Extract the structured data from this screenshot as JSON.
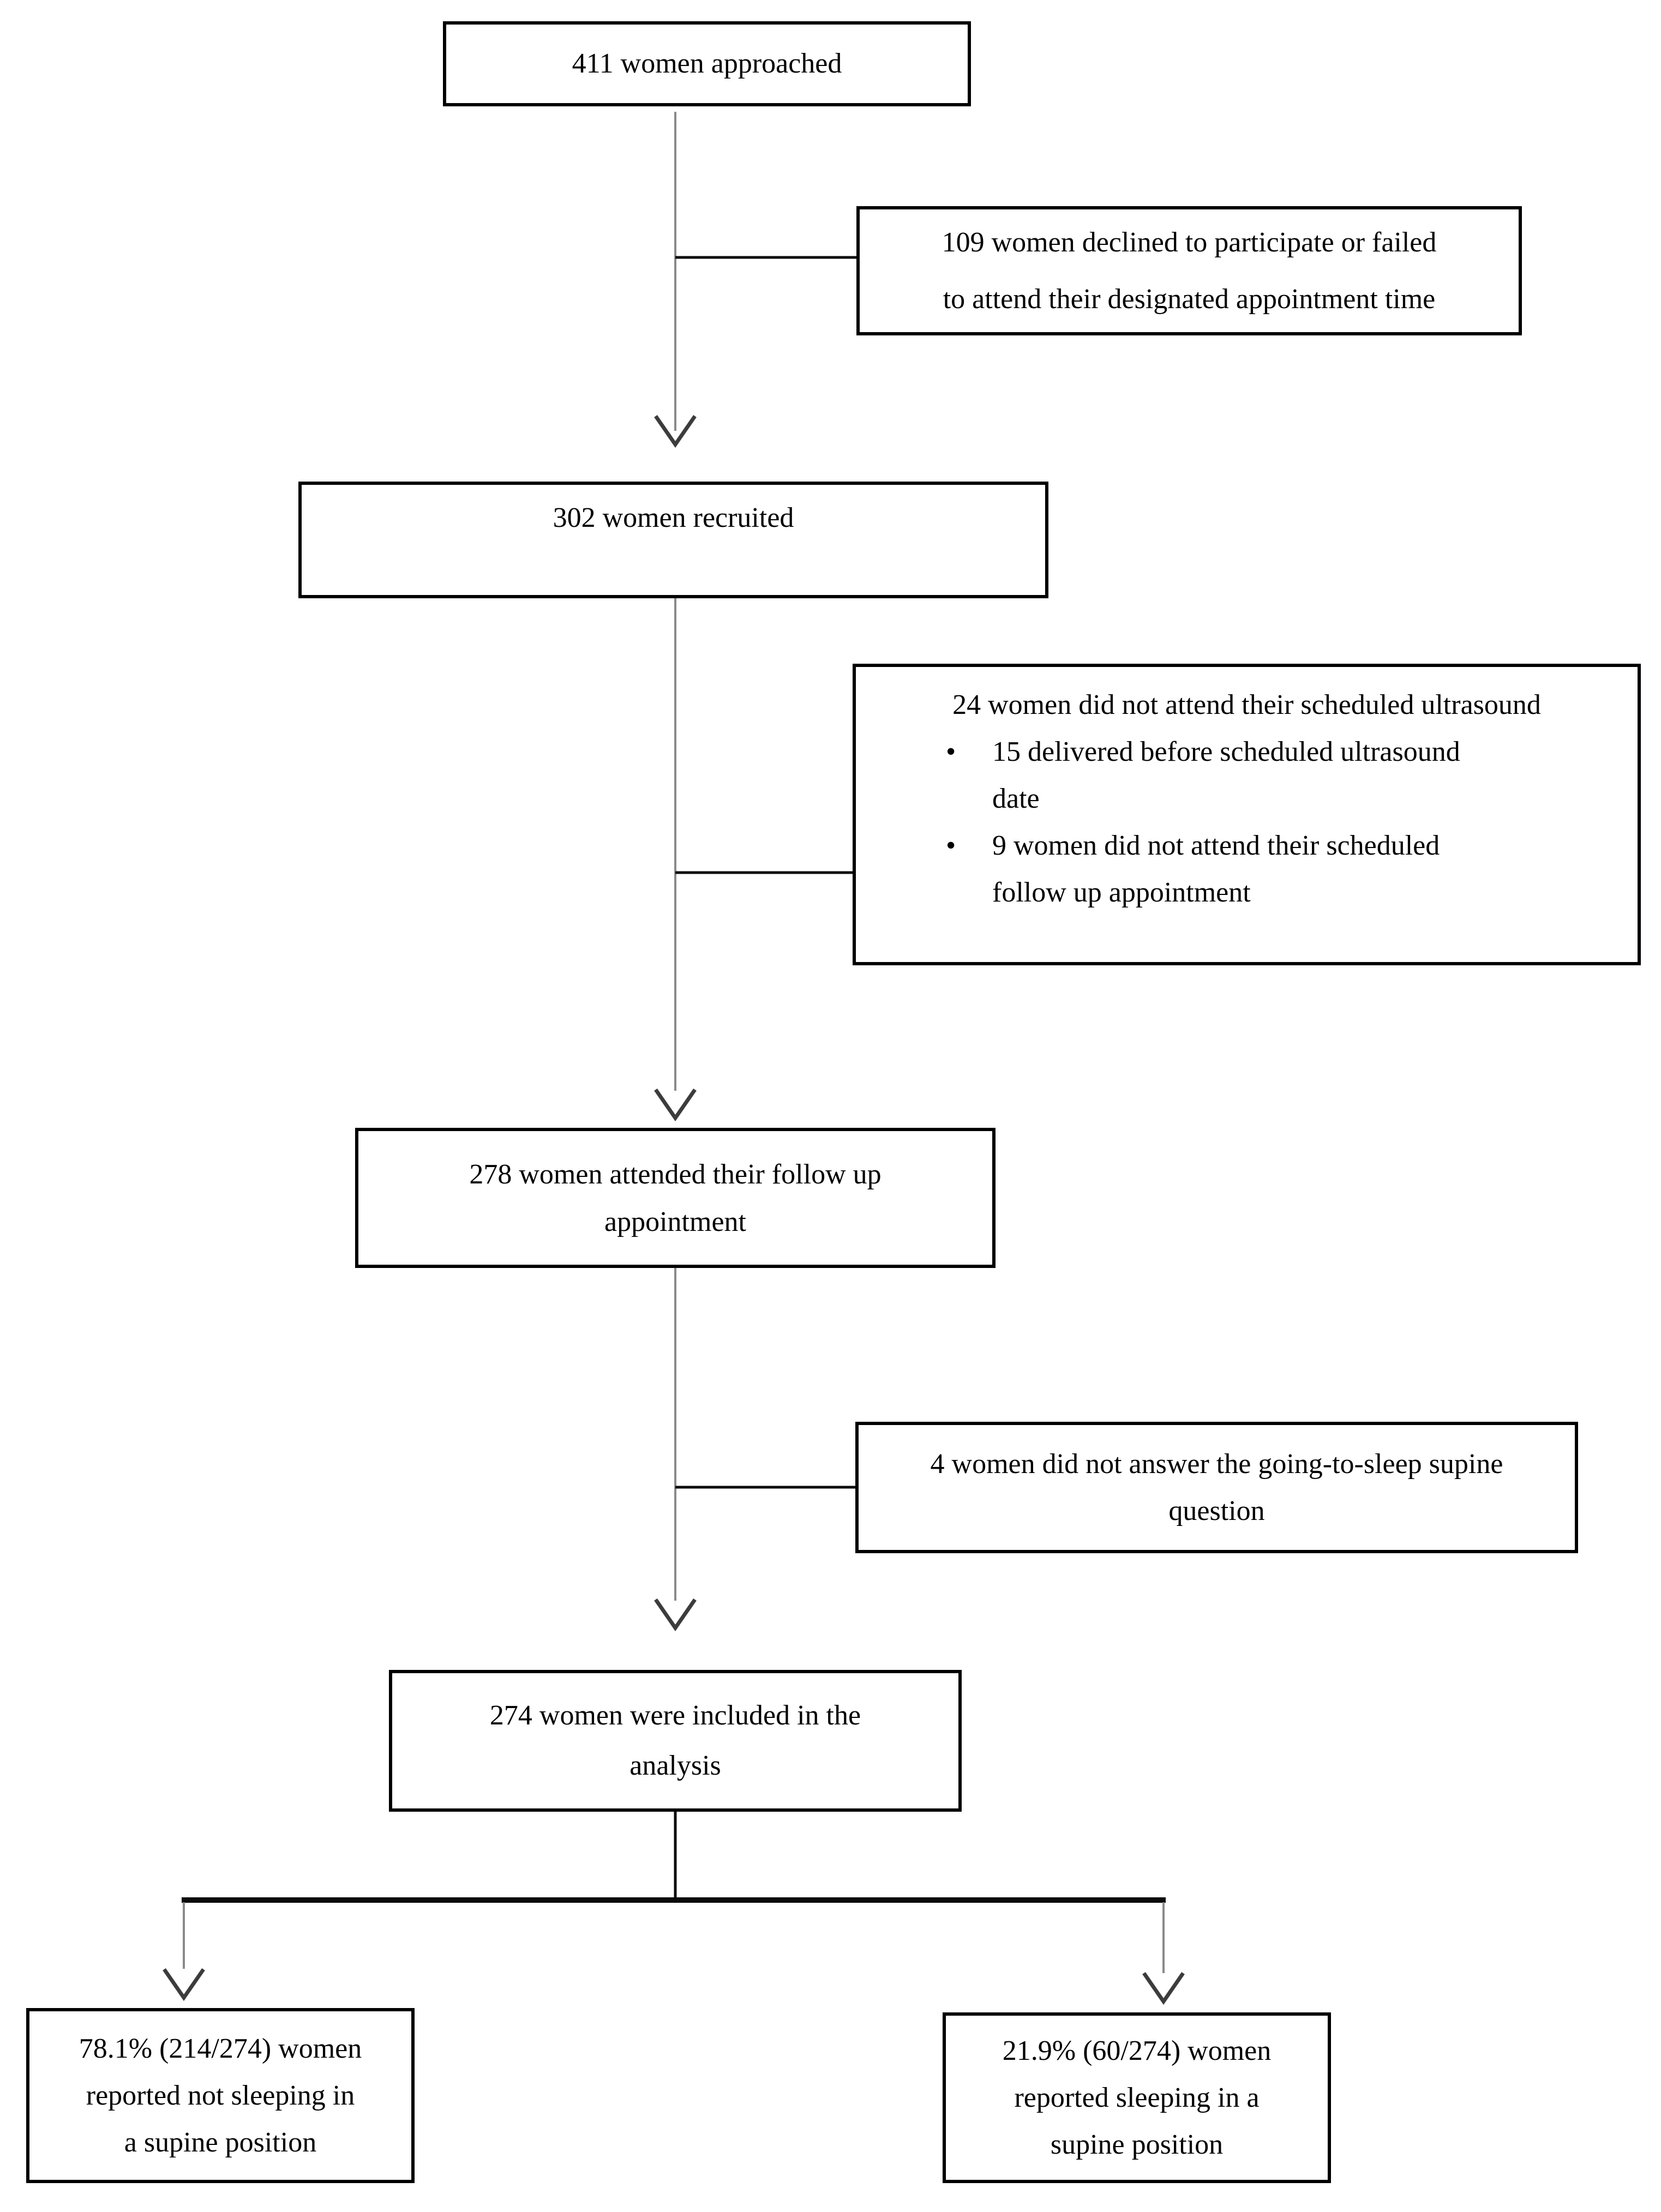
{
  "colors": {
    "border": "#000000",
    "spine": "#8a8a8a",
    "branch": "#0a0a0a",
    "arrow": "#3c3c3c",
    "text": "#000000"
  },
  "bullet_char": "•",
  "boxes": {
    "approached": {
      "lines": [
        "411 women approached"
      ]
    },
    "declined": {
      "lines": [
        "109 women declined to participate or failed",
        "to attend their designated appointment time"
      ]
    },
    "recruited": {
      "lines": [
        "302 women recruited"
      ]
    },
    "missed_ultrasound": {
      "heading": "24 women did not attend their scheduled ultrasound",
      "bullets": [
        {
          "lines": [
            "15 delivered before scheduled ultrasound",
            "date"
          ]
        },
        {
          "lines": [
            "9 women did not attend their scheduled",
            "follow up appointment"
          ]
        }
      ]
    },
    "attended_followup": {
      "lines": [
        "278 women attended their follow up",
        "appointment"
      ]
    },
    "unanswered_question": {
      "lines": [
        "4 women did not answer the going-to-sleep supine",
        "question"
      ]
    },
    "included_analysis": {
      "lines": [
        "274 women were included in the",
        "analysis"
      ]
    },
    "not_supine": {
      "lines": [
        "78.1% (214/274) women",
        "reported not sleeping in",
        "a supine position"
      ]
    },
    "supine": {
      "lines": [
        "21.9% (60/274) women",
        "reported sleeping in a",
        "supine position"
      ]
    }
  }
}
